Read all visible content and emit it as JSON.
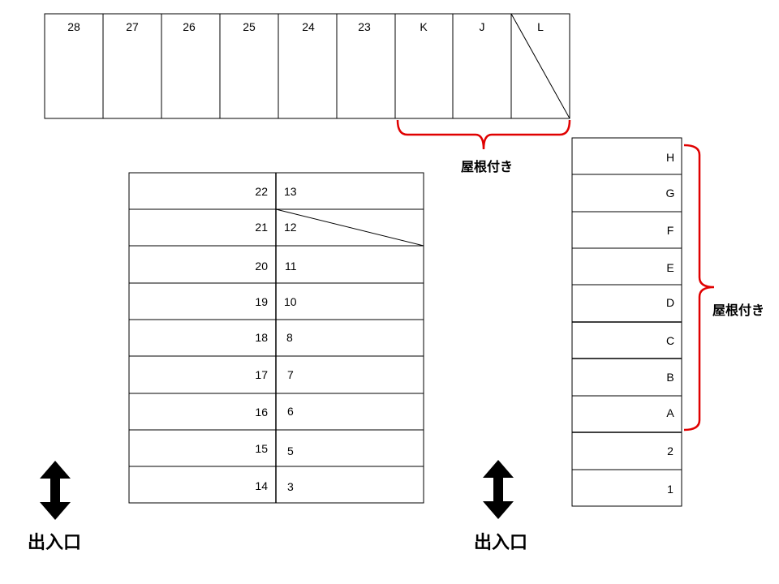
{
  "top_row": {
    "labels": [
      "28",
      "27",
      "26",
      "25",
      "24",
      "23",
      "K",
      "J",
      "L"
    ],
    "blocked": [
      "L"
    ]
  },
  "middle_block": {
    "left_column": [
      "22",
      "21",
      "20",
      "19",
      "18",
      "17",
      "16",
      "15",
      "14"
    ],
    "right_column": [
      "13",
      "12",
      "11",
      "10",
      "8",
      "7",
      "6",
      "5",
      "3"
    ],
    "blocked": [
      "12"
    ]
  },
  "right_column": {
    "labels": [
      "H",
      "G",
      "F",
      "E",
      "D",
      "C",
      "B",
      "A",
      "2",
      "1"
    ]
  },
  "roof_labels": {
    "top": "屋根付き",
    "right": "屋根付き"
  },
  "entrances": {
    "left": "出入口",
    "right": "出入口"
  },
  "colors": {
    "roof_bracket": "#e00000",
    "line": "#000000"
  }
}
